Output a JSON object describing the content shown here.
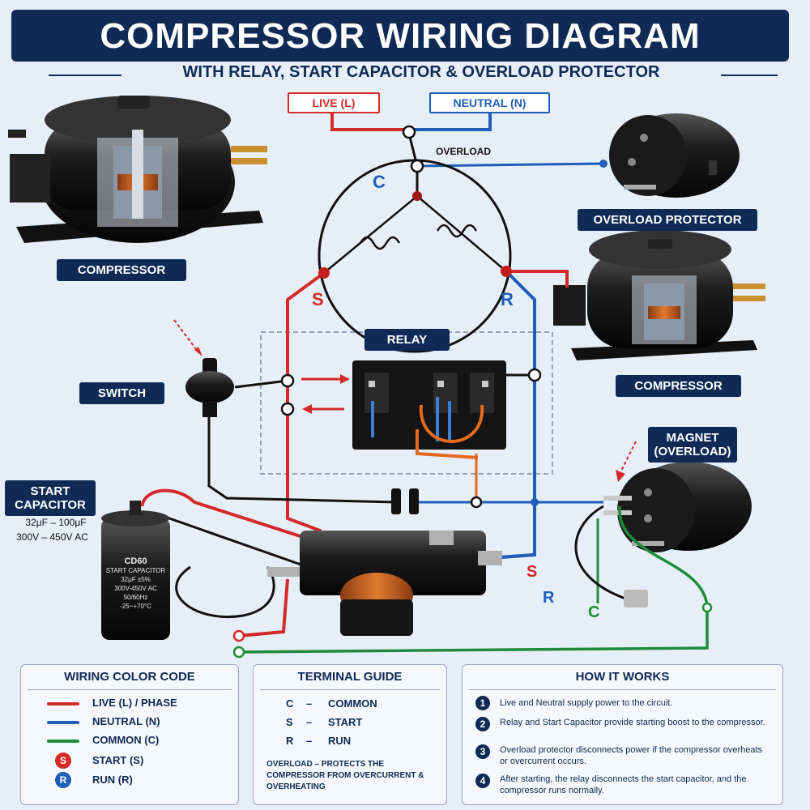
{
  "title": "COMPRESSOR WIRING DIAGRAM",
  "subtitle": "WITH RELAY, START CAPACITOR & OVERLOAD PROTECTOR",
  "colors": {
    "live": "#d42a2a",
    "neutral": "#1f5fb8",
    "common": "#1e8c3a",
    "black": "#111111",
    "navy": "#0f2a55"
  },
  "wires": {
    "live": "LIVE (L)",
    "neutral": "NEUTRAL (N)"
  },
  "overload_line": "OVERLOAD",
  "terminals": {
    "c": "C",
    "s": "S",
    "r": "R"
  },
  "labels": {
    "compressor_left": "COMPRESSOR",
    "compressor_right": "COMPRESSOR",
    "overload_protector": "OVERLOAD PROTECTOR",
    "relay": "RELAY",
    "switch": "SWITCH",
    "start_capacitor": "START CAPACITOR",
    "magnet_line1": "MAGNET",
    "magnet_line2": "(OVERLOAD)"
  },
  "capacitor": {
    "spec1": "32μF – 100μF",
    "spec2": "300V – 450V AC",
    "body_model": "CD60",
    "body_name": "START CAPACITOR",
    "body_cap": "32μF ±5%",
    "body_volt": "300V-450V AC",
    "body_freq": "50/60Hz",
    "body_temp": "-25~+70°C"
  },
  "lower_terminals": {
    "s": "S",
    "r": "R",
    "c": "C"
  },
  "color_code": {
    "heading": "WIRING COLOR CODE",
    "items": [
      {
        "label": "LIVE (L) / PHASE"
      },
      {
        "label": "NEUTRAL (N)"
      },
      {
        "label": "COMMON (C)"
      },
      {
        "badge": "S",
        "label": "START (S)"
      },
      {
        "badge": "R",
        "label": "RUN (R)"
      }
    ]
  },
  "terminal_guide": {
    "heading": "TERMINAL GUIDE",
    "rows": [
      {
        "k": "C",
        "v": "COMMON"
      },
      {
        "k": "S",
        "v": "START"
      },
      {
        "k": "R",
        "v": "RUN"
      }
    ],
    "note": "OVERLOAD – PROTECTS THE COMPRESSOR FROM OVERCURRENT & OVERHEATING"
  },
  "how_it_works": {
    "heading": "HOW IT WORKS",
    "steps": [
      {
        "n": "1",
        "text": "Live and Neutral supply power to the circuit."
      },
      {
        "n": "2",
        "text": "Relay and Start Capacitor provide starting boost to the compressor."
      },
      {
        "n": "3",
        "text": "Overload protector disconnects power if the compressor overheats or overcurrent occurs."
      },
      {
        "n": "4",
        "text": "After starting, the relay disconnects the start capacitor, and the compressor runs normally."
      }
    ]
  }
}
